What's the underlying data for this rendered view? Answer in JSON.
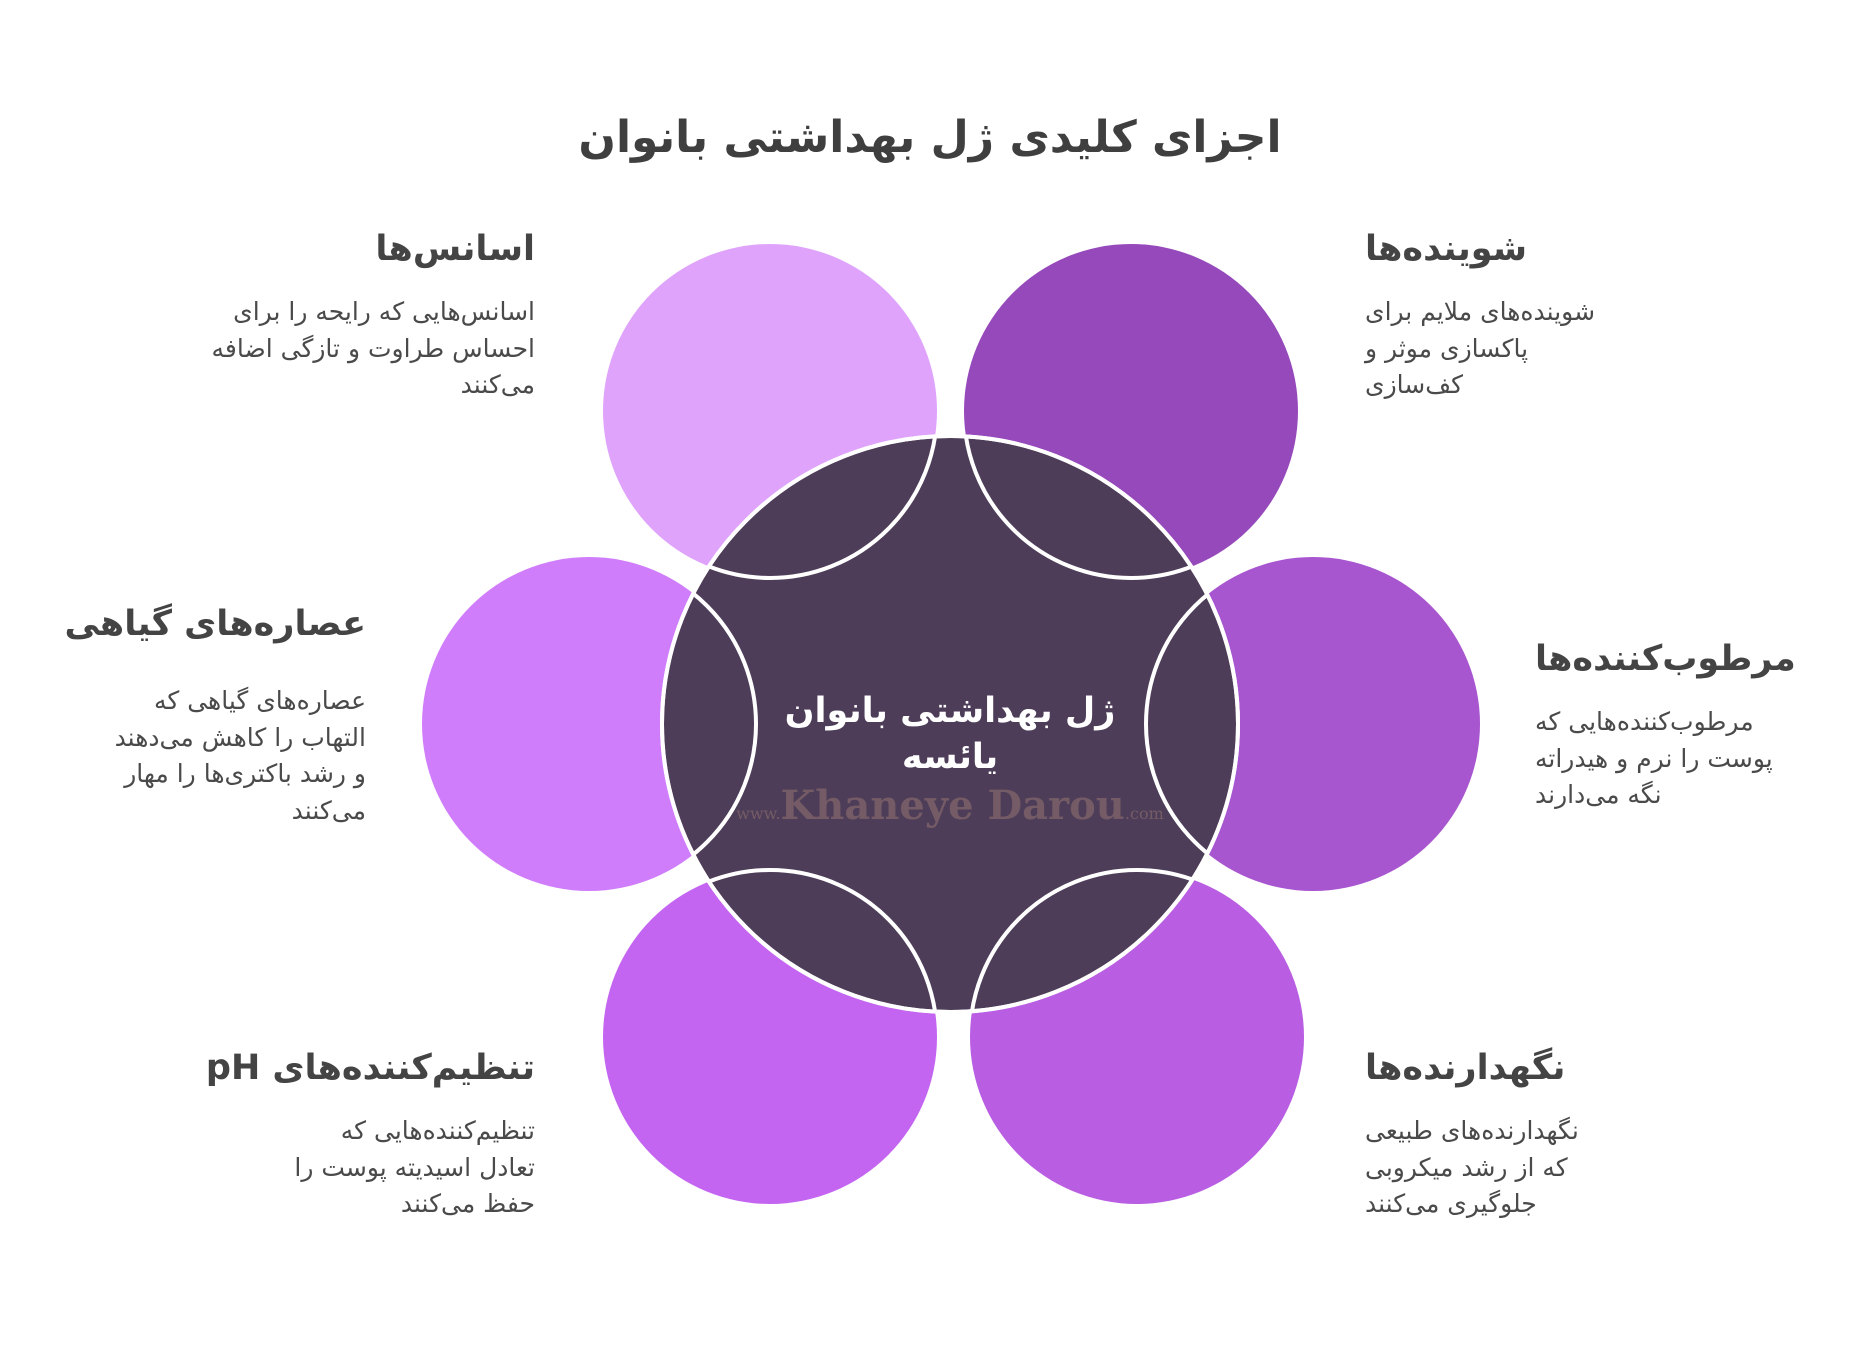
{
  "title": "اجزای کلیدی ژل بهداشتی بانوان",
  "center": {
    "label_lines": [
      "ژل بهداشتی بانوان",
      "یائسه"
    ],
    "watermark": {
      "prefix": "www.",
      "name": "Khaneye Darou",
      "suffix": ".com"
    },
    "fill": "#4d3d58"
  },
  "components": [
    {
      "heading": "اسانس‌ها",
      "lines": [
        "اسانس‌هایی که رایحه را برای",
        "احساس طراوت و تازگی اضافه",
        "می‌کنند"
      ],
      "color": "#dfa3fc"
    },
    {
      "heading": "شوینده‌ها",
      "lines": [
        "شوینده‌های ملایم برای",
        "پاکسازی موثر و",
        "کف‌سازی"
      ],
      "color": "#9649bb"
    },
    {
      "heading": "مرطوب‌کننده‌ها",
      "lines": [
        "مرطوب‌کننده‌هایی که",
        "پوست را نرم و هیدراته",
        "نگه می‌دارند"
      ],
      "color": "#a855d0"
    },
    {
      "heading": "نگهدارنده‌ها",
      "lines": [
        "نگهدارنده‌های طبیعی",
        "که از رشد میکروبی",
        "جلوگیری می‌کنند"
      ],
      "color": "#b95ee3"
    },
    {
      "heading": "تنظیم‌کننده‌های pH",
      "lines": [
        "تنظیم‌کننده‌هایی که",
        "تعادل اسیدیته پوست را",
        "حفظ می‌کنند"
      ],
      "color": "#c465f2"
    },
    {
      "heading": "عصاره‌های گیاهی",
      "lines": [
        "عصاره‌های گیاهی که",
        "التهاب را کاهش می‌دهند",
        "و رشد باکتری‌ها را مهار",
        "می‌کنند"
      ],
      "color": "#d07dfc"
    }
  ]
}
